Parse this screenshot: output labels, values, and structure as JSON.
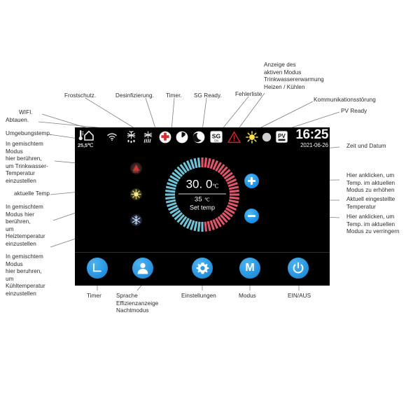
{
  "panel": {
    "statusbar": {
      "ambient_label": "ambient-temperature",
      "ambient_value": "25,5℃",
      "icons": [
        {
          "name": "ambient-temp-icon",
          "glyph": "thermometer-house"
        },
        {
          "name": "wifi-icon",
          "glyph": "wifi"
        },
        {
          "name": "frost-protection-icon",
          "glyph": "frost"
        },
        {
          "name": "defrost-icon",
          "glyph": "defrost"
        },
        {
          "name": "disinfection-icon",
          "glyph": "cross"
        },
        {
          "name": "timer-icon",
          "glyph": "clock"
        },
        {
          "name": "night-mode-icon",
          "glyph": "moon"
        },
        {
          "name": "sg-ready-icon",
          "glyph": "SG"
        },
        {
          "name": "error-list-icon",
          "glyph": "warning"
        },
        {
          "name": "active-mode-sun-icon",
          "glyph": "sun"
        },
        {
          "name": "communication-fault-icon",
          "glyph": "dot"
        },
        {
          "name": "pv-ready-icon",
          "glyph": "PV"
        }
      ],
      "sg_label": "SG",
      "sg_sub": "ON",
      "pv_label": "PV",
      "pv_sub": "",
      "time": "16:25",
      "date": "2021-06-26"
    },
    "modes": [
      {
        "name": "mode-hot-water-icon",
        "color": "#c8302b"
      },
      {
        "name": "mode-heating-icon",
        "color": "#e8d24a"
      },
      {
        "name": "mode-cooling-icon",
        "color": "#7fa8e0"
      }
    ],
    "dial": {
      "current_temp": "30. 0",
      "current_unit": "℃",
      "set_temp": "35",
      "set_unit": "℃",
      "set_label": "Set temp",
      "cold_color": "#6fc4d8",
      "hot_color": "#e0566a",
      "segments": 60
    },
    "plus_button": {
      "name": "increase-temperature-button",
      "glyph": "+"
    },
    "minus_button": {
      "name": "decrease-temperature-button",
      "glyph": "−"
    },
    "bottom_buttons": [
      {
        "name": "timer-button",
        "glyph": "timer"
      },
      {
        "name": "user-button",
        "glyph": "user"
      },
      {
        "name": "settings-button",
        "glyph": "gear"
      },
      {
        "name": "mode-button",
        "glyph": "M"
      },
      {
        "name": "power-button",
        "glyph": "power"
      }
    ]
  },
  "annotations": {
    "wifi": "WIFI.",
    "abtauen": "Abtauen.",
    "frostschutz": "Frostschutz.",
    "desinfizierung": "Desinfizierung.",
    "timer": "Timer.",
    "sg_ready": "SG Ready.",
    "fehlerliste": "Fehlerliste",
    "aktiver_modus": "Anzeige des\naktiven Modus\nTrinkwassererwarmung\nHeizen / Kühlen",
    "kommunikationsstoerung": "Kommunikationsstörung",
    "pv_ready": "PV Ready",
    "umgebungstemp": "Umgebungstemp.",
    "trinkwasser": "In gemischtem\nModus\nhier berühren,\num Trinkwasser-\nTemperatur\neinzustellen",
    "aktuelle_temp": "aktuelle Temp",
    "heiztemperatur": "In gemischtem\nModus hier\nberühren,\num\nHeiztemperatur\neinzustellen",
    "kuehltemperatur": "In gemischtem\nModus\nhier beruhren,\num\nKühltemperatur\neinzustellen",
    "zeit_datum": "Zeit und Datum",
    "erhoehen": "Hier anklicken, um\nTemp. im aktuellen\nModus zu erhöhen",
    "aktuell_eingestellt": "Aktuell eingestellte\nTemperatur",
    "verringern": "Hier anklicken, um\nTemp. im aktuellen\nModus zu verringern",
    "btn_timer": "Timer",
    "btn_sprache": "Sprache\nEffizienzanzeige\nNachtmodus",
    "btn_einstellungen": "Einstellungen",
    "btn_modus": "Modus",
    "btn_einaus": "EIN/AUS"
  }
}
